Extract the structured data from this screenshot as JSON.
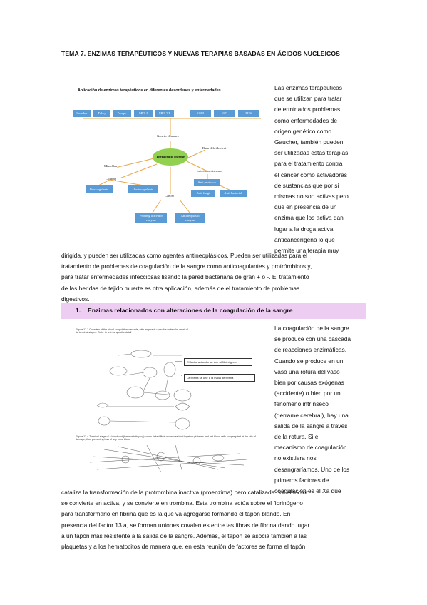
{
  "document": {
    "title": "TEMA 7. ENZIMAS TERAPÉUTICOS Y NUEVAS TERAPIAS BASADAS EN ÁCIDOS NUCLEICOS",
    "intro_side_lines": [
      "Las enzimas terapéuticas",
      "que se utilizan para tratar",
      "determinados problemas",
      "como enfermedades de",
      "origen genético como",
      "Gaucher, también pueden",
      "ser utilizadas estas terapias",
      "para el tratamiento contra",
      "el cáncer como activadoras",
      "de sustancias que por si",
      "mismas no son activas pero",
      "que en presencia de un",
      "enzima que los activa dan",
      "lugar a la droga activa",
      "anticancerígena lo que",
      "permite una terapia muy"
    ],
    "intro_full_lines": [
      "dirigida, y pueden ser utilizadas como agentes antineoplásicos. Pueden ser utilizadas para el",
      "tratamiento de problemas de coagulación de la sangre como anticoagulantes y protrómbicos y,",
      "para tratar enfermedades infecciosas lisando la pared bacteriana de gran + o -. El tratamiento",
      "de las heridas de tejido muerte es otra aplicación, además de el tratamiento de problemas",
      "digestivos."
    ],
    "section1": {
      "number": "1.",
      "title": "Enzimas relacionados con alteraciones de la coagulación de la sangre"
    },
    "coag_side_lines": [
      "La coagulación de la sangre",
      "se produce con una cascada",
      "de reacciones enzimáticas.",
      "Cuando se produce en un",
      "vaso una rotura del vaso",
      "bien por causas exógenas",
      "(accidente) o bien por un",
      "fenómeno intrínseco",
      "(derrame cerebral), hay una",
      "salida de la sangre a través",
      "de la rotura. Si el",
      "mecanismo de coagulación",
      "no existiera nos",
      "desangraríamos. Uno de los",
      "primeros factores de",
      "coagulación es el Xa que"
    ],
    "coag_full_lines": [
      "cataliza la transformación de la protrombina inactiva (proenzima) pero catalizada por el factor",
      "se convierte en activa, y se convierte en trombina. Esta trombina actúa sobre el fibrinógeno",
      "para transformarlo en fibrina que es la que va agregarse formando el tapón blando. En",
      "presencia del factor 13 a, se forman uniones covalentes entre las fibras de fibrina dando lugar",
      "a un tapón más resistente a la salida de la sangre. Además, el tapón se asocia también a las",
      "plaquetas y a los hematocitos de manera que, en esta reunión de factores se forma el tapón"
    ]
  },
  "diagram1": {
    "title": "Aplicación de enzimas terapéuticos en diferentes desordenes y enfermedades",
    "top_boxes": [
      "Gaucher",
      "Fabry",
      "Pompe",
      "MPS I",
      "MPS VI",
      "SCID",
      "CF",
      "PKU"
    ],
    "center": "Therapeutic enzyme",
    "branches": {
      "genetic": "Genetic diseases",
      "miscellany": "Miscellany",
      "debridement": "Burn debridement",
      "clotting": "Clotting",
      "infectious": "Infectious diseases",
      "cancer": "Cancer"
    },
    "clotting_boxes": [
      "Procoagulants",
      "Anticoagulants"
    ],
    "infectious_boxes": [
      "Anti protozoa",
      "Anti fungi",
      "Anti bacterial"
    ],
    "cancer_boxes": [
      "Prodrug activator enzyme",
      "Antineoplastic enzyme"
    ],
    "colors": {
      "box": "#5b9bd5",
      "center": "#92d050",
      "line": "#e8a84a"
    }
  },
  "diagram2": {
    "caption_top": "Figure 17.1   Overview of the blood coagulation cascade, with emphasis upon the molecular detail of its terminal stages. Refer to text for specific detail",
    "callout1": "El factor actuador se une al fibrinógeno",
    "callout2": "La fibrina se une a la malla de fibrina",
    "caption_bottom": "Figure 13.4   Terminal stage of a blood clot (haemostatic plug): cross-linked fibrin molecules bind together platelets and red blood cells congregated at the site of damage, thus preventing loss of any more blood"
  }
}
